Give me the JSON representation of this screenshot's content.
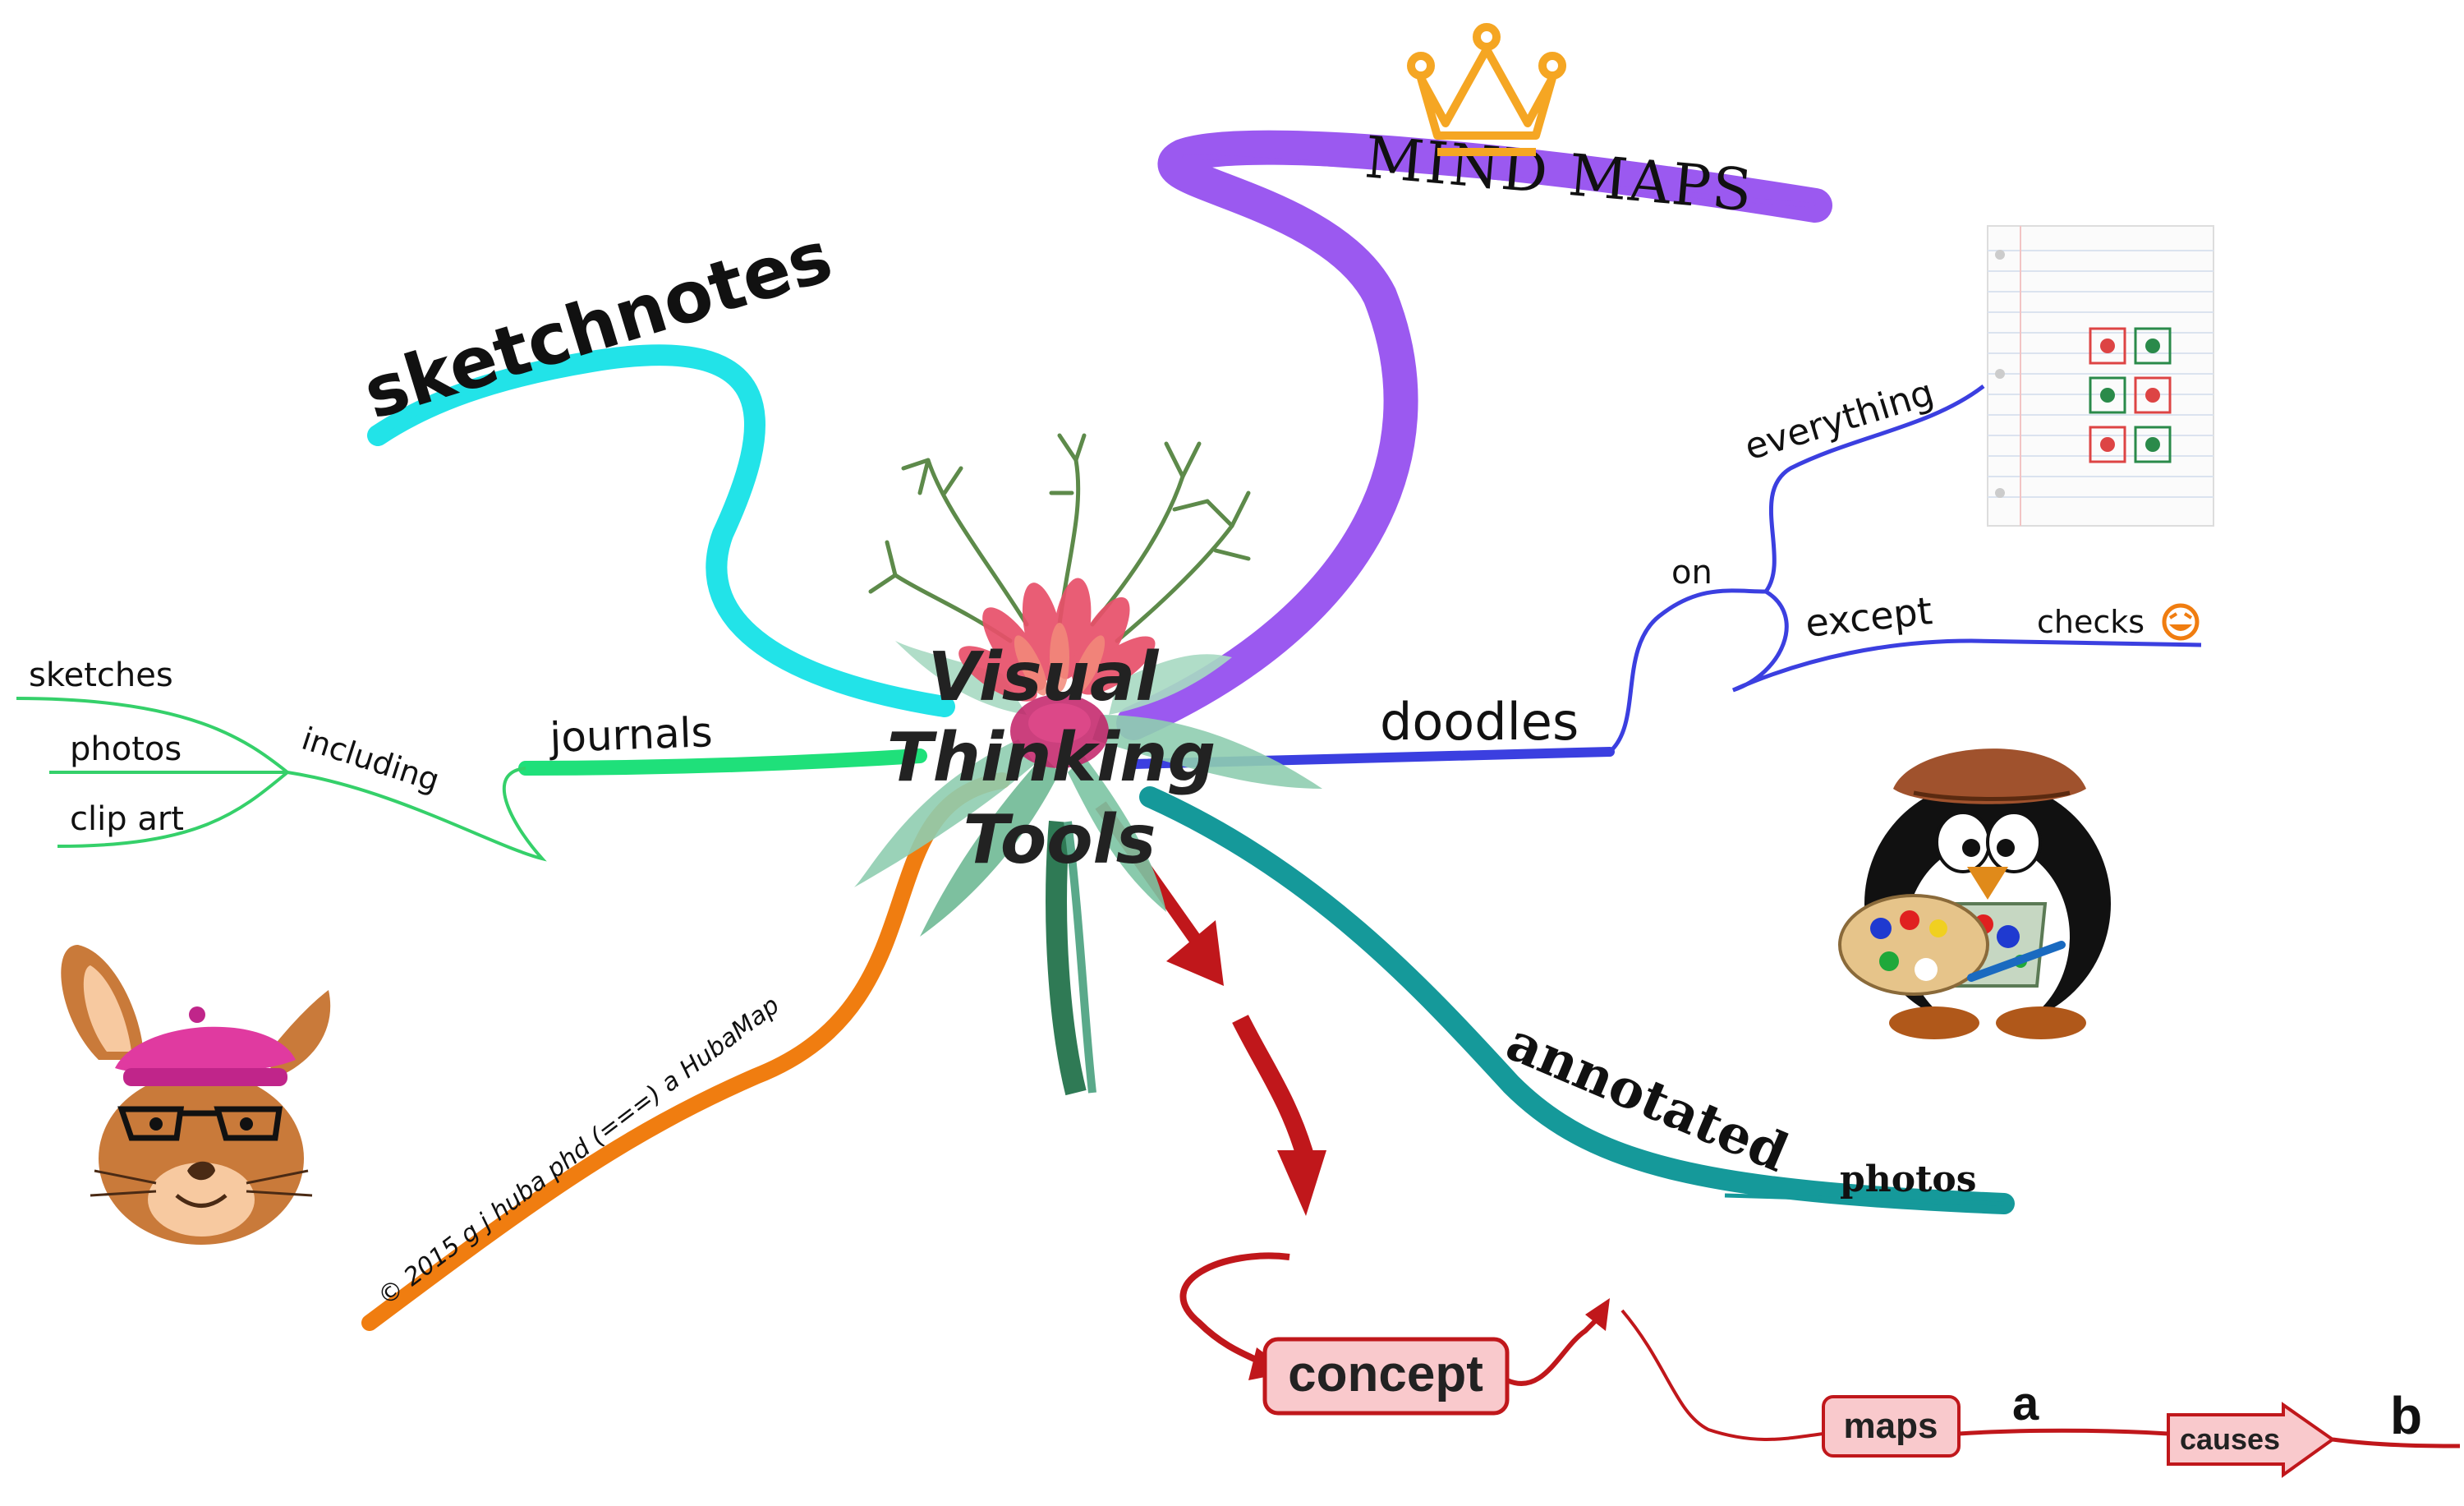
{
  "center": {
    "line1": "Visual",
    "line2": "Thinking",
    "line3": "Tools"
  },
  "branches": {
    "mind_maps": "MIND MAPS",
    "sketchnotes": "sketchnotes",
    "journals": "journals",
    "including": "including",
    "sketches": "sketches",
    "photos_left": "photos",
    "clip_art": "clip art",
    "doodles": "doodles",
    "on": "on",
    "everything": "everything",
    "except": "except",
    "checks": "checks",
    "annotated": "annotated",
    "photos_right": "photos",
    "credit": "© 2015 g j huba phd (===) a HubaMap"
  },
  "concept_map": {
    "concept": "concept",
    "maps": "maps",
    "a": "a",
    "causes": "causes",
    "b": "b"
  },
  "colors": {
    "mind_maps": "#9b59f0",
    "sketchnotes": "#22e3e8",
    "journals": "#1fe07a",
    "journals_sub": "#35d06a",
    "doodles": "#3b3fe0",
    "annotated": "#15999a",
    "credit": "#f07d10",
    "concept": "#c0171b",
    "box_fill": "#f9c9cc",
    "crown": "#f5a623"
  },
  "icons": [
    "crown-icon",
    "notebook-paper-icon",
    "grin-emoji-icon",
    "penguin-painter-icon",
    "bunny-beret-icon",
    "flower-icon"
  ]
}
